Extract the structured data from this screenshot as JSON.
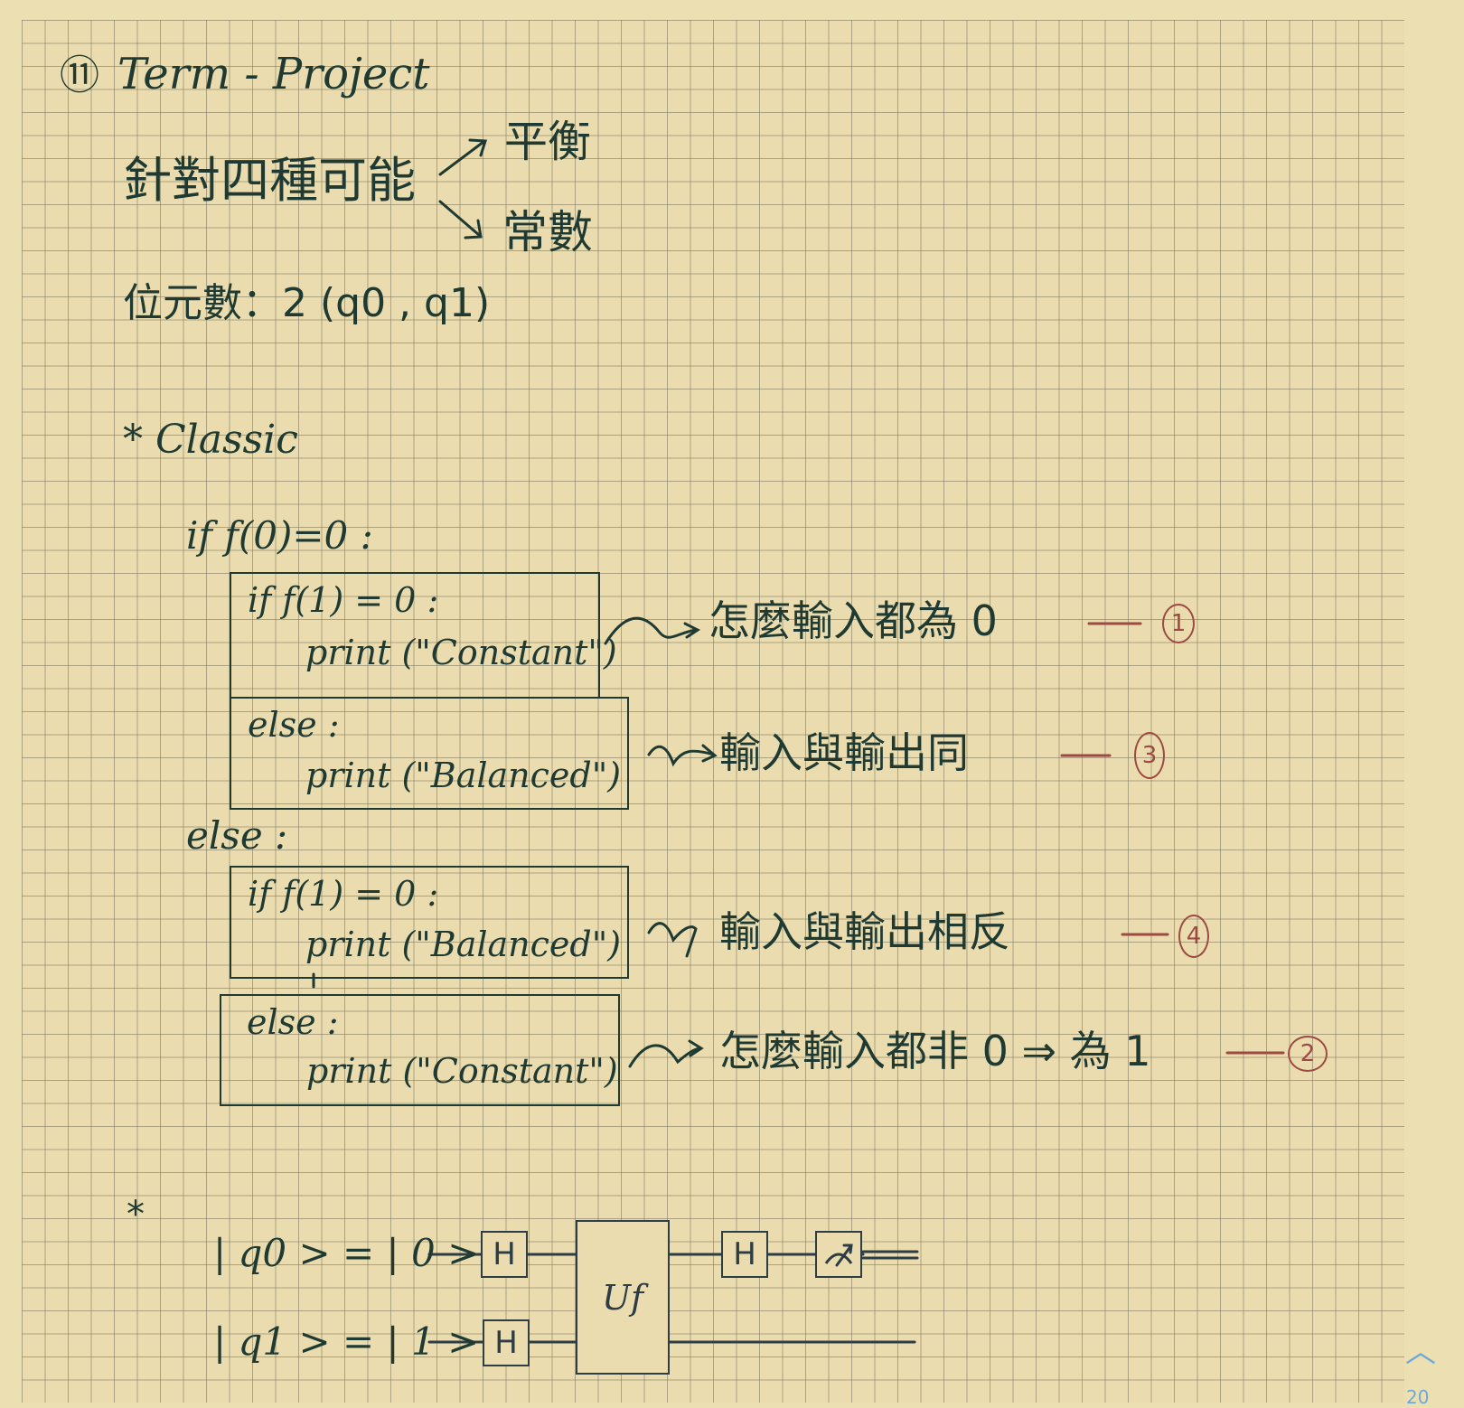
{
  "header": {
    "section_marker": "⑪",
    "title": "Term - Project"
  },
  "intro": {
    "main_text": "針對四種可能",
    "branch_top": "平衡",
    "branch_bottom": "常數",
    "bits_line": "位元數：2 (q0 , q1)"
  },
  "classic": {
    "heading": "* Classic",
    "outer_if": "if f(0)=0 :",
    "outer_else": "else :",
    "blocks": [
      {
        "cond": "if f(1) = 0 :",
        "stmt": "print (\"Constant\")",
        "note": "怎麼輸入都為 0",
        "num": "1"
      },
      {
        "cond": "else :",
        "stmt": "print (\"Balanced\")",
        "note": "輸入與輸出同",
        "num": "3"
      },
      {
        "cond": "if f(1) = 0 :",
        "stmt": "print (\"Balanced\")",
        "note": "輸入與輸出相反",
        "num": "4"
      },
      {
        "cond": "else :",
        "stmt": "print (\"Constant\")",
        "note": "怎麼輸入都非 0 ⇒ 為 1",
        "num": "2"
      }
    ]
  },
  "circuit": {
    "star": "*",
    "q0_label": "| q0 > = | 0 >",
    "q1_label": "| q1 > = | 1 >",
    "h_gate": "H",
    "oracle": "Uf"
  },
  "colors": {
    "ink": "#1f3a32",
    "red_ink": "#9c4a43",
    "paper": "#ecdfb1",
    "grid": "#78735f",
    "ui_accent": "#6fa9d8"
  },
  "ui": {
    "scroll_icon": "chevron-up-icon",
    "scroll_glyph": "︿",
    "page_number": "20"
  }
}
